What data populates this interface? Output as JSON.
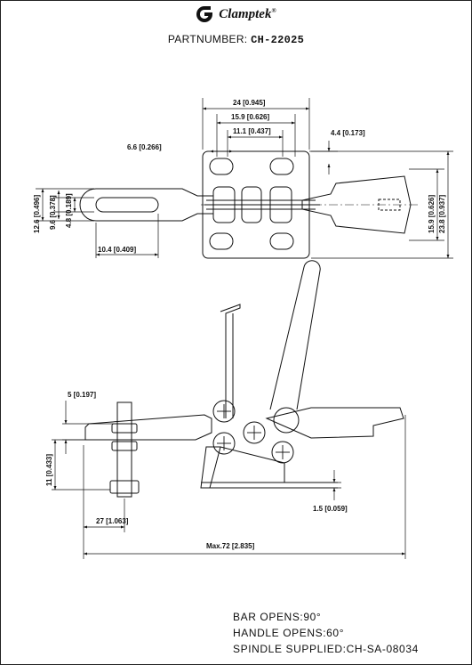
{
  "header": {
    "brand": "Clamptek",
    "registered_mark": "®",
    "part_label": "PARTNUMBER:",
    "part_number": "CH-22025"
  },
  "top_view": {
    "dim_overall_width": "24 [0.945]",
    "dim_hole_spacing_outer": "15.9 [0.626]",
    "dim_hole_spacing_inner": "11.1 [0.437]",
    "dim_slot_offset": "4.4 [0.173]",
    "dim_hole_width": "6.6 [0.266]",
    "dim_arm_height": "12.6 [0.496]",
    "dim_slot_outer": "9.6 [0.378]",
    "dim_slot_inner": "4.8 [0.189]",
    "dim_arm_slot_length": "10.4 [0.409]",
    "dim_base_hole_spacing": "15.9 [0.626]",
    "dim_base_height": "23.8 [0.937]"
  },
  "side_view": {
    "dim_bar_thickness": "5 [0.197]",
    "dim_spindle_height": "11 [0.433]",
    "dim_spindle_reach": "27 [1.063]",
    "dim_base_thickness": "1.5 [0.059]",
    "dim_max_length": "Max.72 [2.835]"
  },
  "notes": {
    "bar_opens": "BAR OPENS:90°",
    "handle_opens": "HANDLE OPENS:60°",
    "spindle_supplied": "SPINDLE SUPPLIED:CH-SA-08034"
  }
}
